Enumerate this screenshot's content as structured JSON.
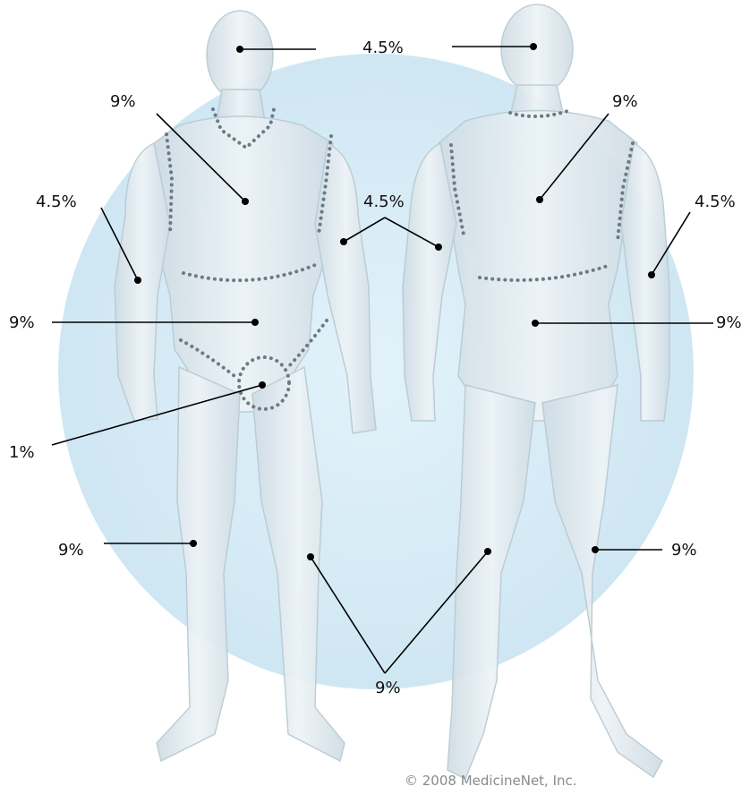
{
  "labels": {
    "head": "4.5%",
    "front_chest": "9%",
    "back_upper": "9%",
    "arm_left": "4.5%",
    "arms_center": "4.5%",
    "arm_right": "4.5%",
    "front_abdomen": "9%",
    "back_lower": "9%",
    "genitals": "1%",
    "front_thigh": "9%",
    "back_thigh": "9%",
    "lower_legs": "9%"
  },
  "copyright": "© 2008 MedicineNet, Inc.",
  "colors": {
    "circle": "#d6ecf6",
    "body_fill": "#dfe9ef",
    "body_stroke": "#b9cad3",
    "dots": "#6b7a85",
    "leader": "#000000"
  }
}
